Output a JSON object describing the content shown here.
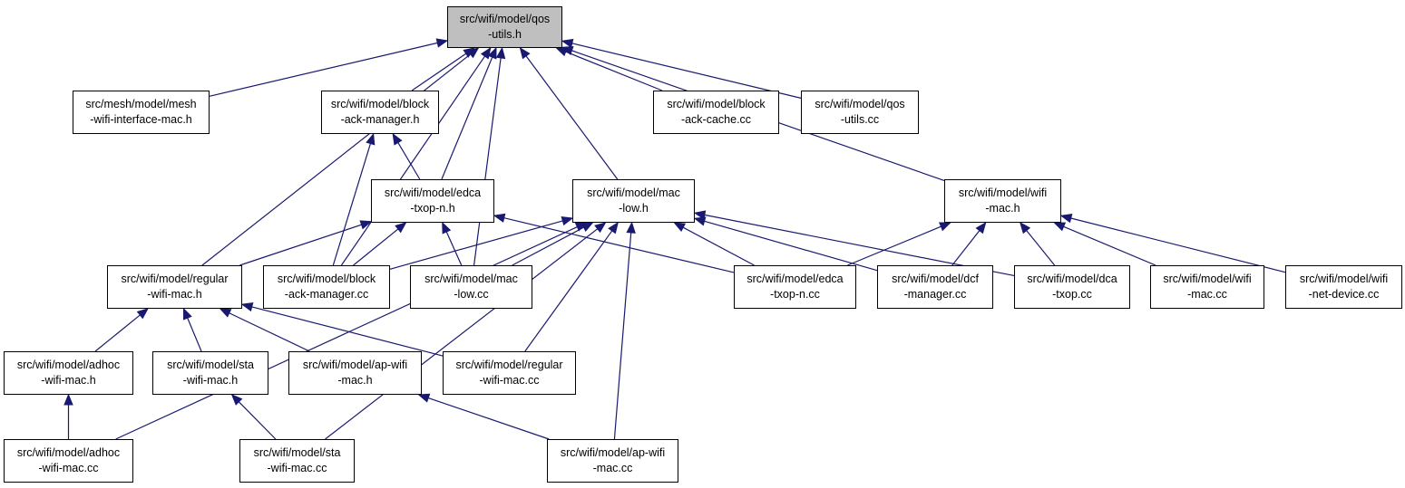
{
  "colors": {
    "edge": "#191970",
    "node_border": "#000000",
    "focus_fill": "#bfbfbf",
    "node_fill": "#ffffff"
  },
  "nodes": {
    "qos_utils_h": {
      "line1": "src/wifi/model/qos",
      "line2": "-utils.h"
    },
    "mesh_wifi_interface_mac_h": {
      "line1": "src/mesh/model/mesh",
      "line2": "-wifi-interface-mac.h"
    },
    "block_ack_manager_h": {
      "line1": "src/wifi/model/block",
      "line2": "-ack-manager.h"
    },
    "block_ack_cache_cc": {
      "line1": "src/wifi/model/block",
      "line2": "-ack-cache.cc"
    },
    "qos_utils_cc": {
      "line1": "src/wifi/model/qos",
      "line2": "-utils.cc"
    },
    "edca_txop_n_h": {
      "line1": "src/wifi/model/edca",
      "line2": "-txop-n.h"
    },
    "mac_low_h": {
      "line1": "src/wifi/model/mac",
      "line2": "-low.h"
    },
    "wifi_mac_h": {
      "line1": "src/wifi/model/wifi",
      "line2": "-mac.h"
    },
    "regular_wifi_mac_h": {
      "line1": "src/wifi/model/regular",
      "line2": "-wifi-mac.h"
    },
    "block_ack_manager_cc": {
      "line1": "src/wifi/model/block",
      "line2": "-ack-manager.cc"
    },
    "mac_low_cc": {
      "line1": "src/wifi/model/mac",
      "line2": "-low.cc"
    },
    "edca_txop_n_cc": {
      "line1": "src/wifi/model/edca",
      "line2": "-txop-n.cc"
    },
    "dcf_manager_cc": {
      "line1": "src/wifi/model/dcf",
      "line2": "-manager.cc"
    },
    "dca_txop_cc": {
      "line1": "src/wifi/model/dca",
      "line2": "-txop.cc"
    },
    "wifi_mac_cc": {
      "line1": "src/wifi/model/wifi",
      "line2": "-mac.cc"
    },
    "wifi_net_device_cc": {
      "line1": "src/wifi/model/wifi",
      "line2": "-net-device.cc"
    },
    "adhoc_wifi_mac_h": {
      "line1": "src/wifi/model/adhoc",
      "line2": "-wifi-mac.h"
    },
    "sta_wifi_mac_h": {
      "line1": "src/wifi/model/sta",
      "line2": "-wifi-mac.h"
    },
    "ap_wifi_mac_h": {
      "line1": "src/wifi/model/ap-wifi",
      "line2": "-mac.h"
    },
    "regular_wifi_mac_cc": {
      "line1": "src/wifi/model/regular",
      "line2": "-wifi-mac.cc"
    },
    "adhoc_wifi_mac_cc": {
      "line1": "src/wifi/model/adhoc",
      "line2": "-wifi-mac.cc"
    },
    "sta_wifi_mac_cc": {
      "line1": "src/wifi/model/sta",
      "line2": "-wifi-mac.cc"
    },
    "ap_wifi_mac_cc": {
      "line1": "src/wifi/model/ap-wifi",
      "line2": "-mac.cc"
    }
  },
  "edges": [
    [
      "mesh_wifi_interface_mac_h",
      "qos_utils_h"
    ],
    [
      "block_ack_manager_h",
      "qos_utils_h"
    ],
    [
      "block_ack_cache_cc",
      "qos_utils_h"
    ],
    [
      "qos_utils_cc",
      "qos_utils_h"
    ],
    [
      "edca_txop_n_h",
      "qos_utils_h"
    ],
    [
      "mac_low_h",
      "qos_utils_h"
    ],
    [
      "wifi_mac_h",
      "qos_utils_h"
    ],
    [
      "regular_wifi_mac_h",
      "qos_utils_h"
    ],
    [
      "block_ack_manager_cc",
      "qos_utils_h"
    ],
    [
      "mac_low_cc",
      "qos_utils_h"
    ],
    [
      "edca_txop_n_h",
      "block_ack_manager_h"
    ],
    [
      "block_ack_manager_cc",
      "block_ack_manager_h"
    ],
    [
      "regular_wifi_mac_h",
      "edca_txop_n_h"
    ],
    [
      "block_ack_manager_cc",
      "edca_txop_n_h"
    ],
    [
      "mac_low_cc",
      "edca_txop_n_h"
    ],
    [
      "edca_txop_n_cc",
      "edca_txop_n_h"
    ],
    [
      "block_ack_manager_cc",
      "mac_low_h"
    ],
    [
      "mac_low_cc",
      "mac_low_h"
    ],
    [
      "edca_txop_n_cc",
      "mac_low_h"
    ],
    [
      "dcf_manager_cc",
      "mac_low_h"
    ],
    [
      "dca_txop_cc",
      "mac_low_h"
    ],
    [
      "regular_wifi_mac_cc",
      "mac_low_h"
    ],
    [
      "adhoc_wifi_mac_cc",
      "mac_low_h"
    ],
    [
      "sta_wifi_mac_cc",
      "mac_low_h"
    ],
    [
      "ap_wifi_mac_cc",
      "mac_low_h"
    ],
    [
      "edca_txop_n_cc",
      "wifi_mac_h"
    ],
    [
      "dcf_manager_cc",
      "wifi_mac_h"
    ],
    [
      "dca_txop_cc",
      "wifi_mac_h"
    ],
    [
      "wifi_mac_cc",
      "wifi_mac_h"
    ],
    [
      "wifi_net_device_cc",
      "wifi_mac_h"
    ],
    [
      "adhoc_wifi_mac_h",
      "regular_wifi_mac_h"
    ],
    [
      "sta_wifi_mac_h",
      "regular_wifi_mac_h"
    ],
    [
      "ap_wifi_mac_h",
      "regular_wifi_mac_h"
    ],
    [
      "regular_wifi_mac_cc",
      "regular_wifi_mac_h"
    ],
    [
      "adhoc_wifi_mac_cc",
      "adhoc_wifi_mac_h"
    ],
    [
      "sta_wifi_mac_cc",
      "sta_wifi_mac_h"
    ],
    [
      "ap_wifi_mac_cc",
      "ap_wifi_mac_h"
    ]
  ]
}
